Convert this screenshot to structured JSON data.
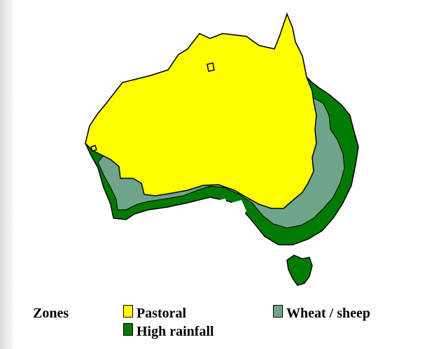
{
  "legend": {
    "title": "Zones",
    "items": [
      {
        "key": "pastoral",
        "label": "Pastoral",
        "color": "#ffff00"
      },
      {
        "key": "wheat_sheep",
        "label": "Wheat / sheep",
        "color": "#6fa588"
      },
      {
        "key": "high_rainfall",
        "label": "High rainfall",
        "color": "#007a00"
      }
    ]
  },
  "colors": {
    "coastline": "#000000",
    "ocean": "#ffffff"
  }
}
